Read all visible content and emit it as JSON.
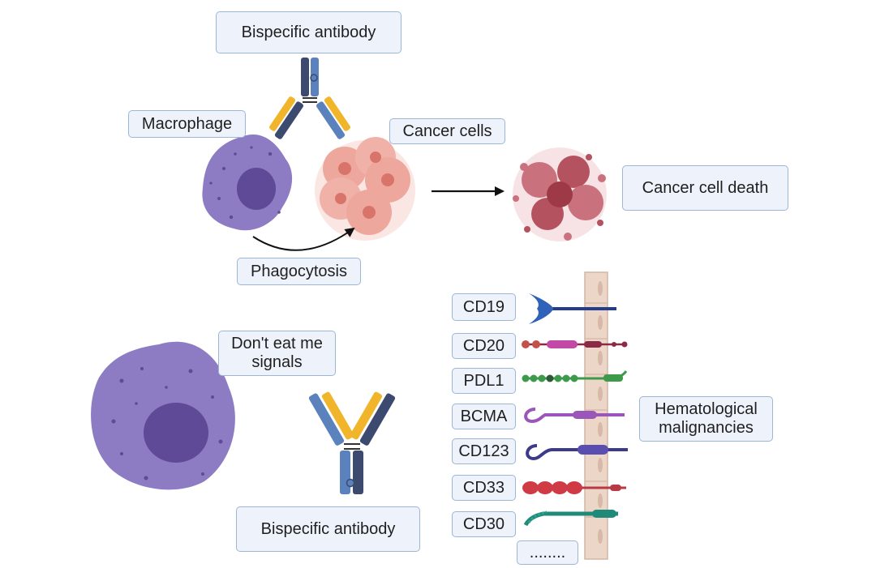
{
  "top": {
    "antibody_label": "Bispecific antibody",
    "macrophage_label": "Macrophage",
    "cancer_cells_label": "Cancer cells",
    "cancer_cell_death_label": "Cancer cell death",
    "phagocytosis_label": "Phagocytosis"
  },
  "bottom": {
    "signals_label_line1": "Don't eat me",
    "signals_label_line2": "signals",
    "antibody_label": "Bispecific antibody",
    "malignancies_label_line1": "Hematological",
    "malignancies_label_line2": "malignancies"
  },
  "antigens": [
    {
      "name": "CD19"
    },
    {
      "name": "CD20"
    },
    {
      "name": "PDL1"
    },
    {
      "name": "BCMA"
    },
    {
      "name": "CD123"
    },
    {
      "name": "CD33"
    },
    {
      "name": "CD30"
    },
    {
      "name": "........"
    }
  ],
  "colors": {
    "macrophage": "#8d7bc3",
    "macrophage_nucleus": "#5e4a96",
    "antibody_dark": "#3d4a70",
    "antibody_blue": "#5b82bd",
    "antibody_yellow": "#f0b52a",
    "cancer_cell": "#eea79c",
    "dead_cell": "#b5525f",
    "membrane": "#ecd6c8",
    "label_fill": "#eef3fb",
    "label_border": "#9db6d6"
  }
}
